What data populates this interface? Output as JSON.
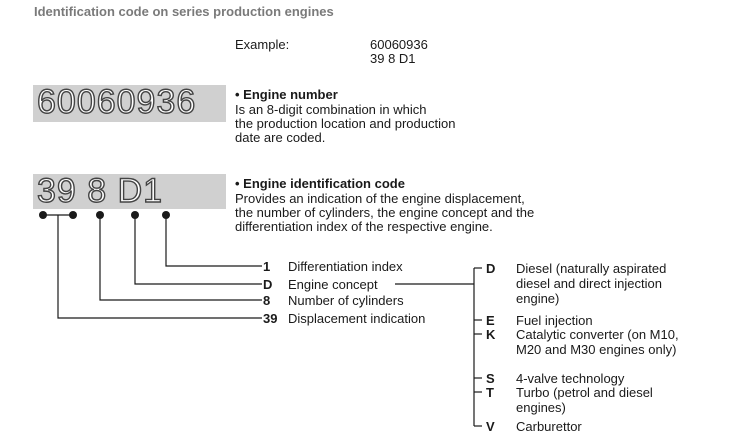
{
  "heading": "Identification code on series production engines",
  "example": {
    "label": "Example:",
    "line1": "60060936",
    "line2": "39 8 D1"
  },
  "engine_number": {
    "display": "60060936",
    "title": "• Engine number",
    "desc": [
      "Is an 8-digit combination in which",
      "the production location and production",
      "date are coded."
    ]
  },
  "engine_id_code": {
    "display": "39 8 D1",
    "title": "• Engine identification code",
    "desc": [
      "Provides an indication of the engine displacement,",
      "the number of cylinders, the engine concept and the",
      "differentiation index of the respective engine."
    ]
  },
  "legend": [
    {
      "code": "1",
      "label": "Differentiation index"
    },
    {
      "code": "D",
      "label": "Engine concept"
    },
    {
      "code": "8",
      "label": "Number of cylinders"
    },
    {
      "code": "39",
      "label": "Displacement indication"
    }
  ],
  "concepts": [
    {
      "code": "D",
      "lines": [
        "Diesel (naturally aspirated",
        "diesel and direct injection",
        "engine)"
      ]
    },
    {
      "code": "E",
      "lines": [
        "Fuel injection"
      ]
    },
    {
      "code": "K",
      "lines": [
        "Catalytic converter (on M10,",
        "M20 and M30 engines only)"
      ]
    },
    {
      "code": "S",
      "lines": [
        "4-valve technology"
      ]
    },
    {
      "code": "T",
      "lines": [
        "Turbo (petrol and diesel",
        "engines)"
      ]
    },
    {
      "code": "V",
      "lines": [
        "Carburettor"
      ]
    }
  ]
}
